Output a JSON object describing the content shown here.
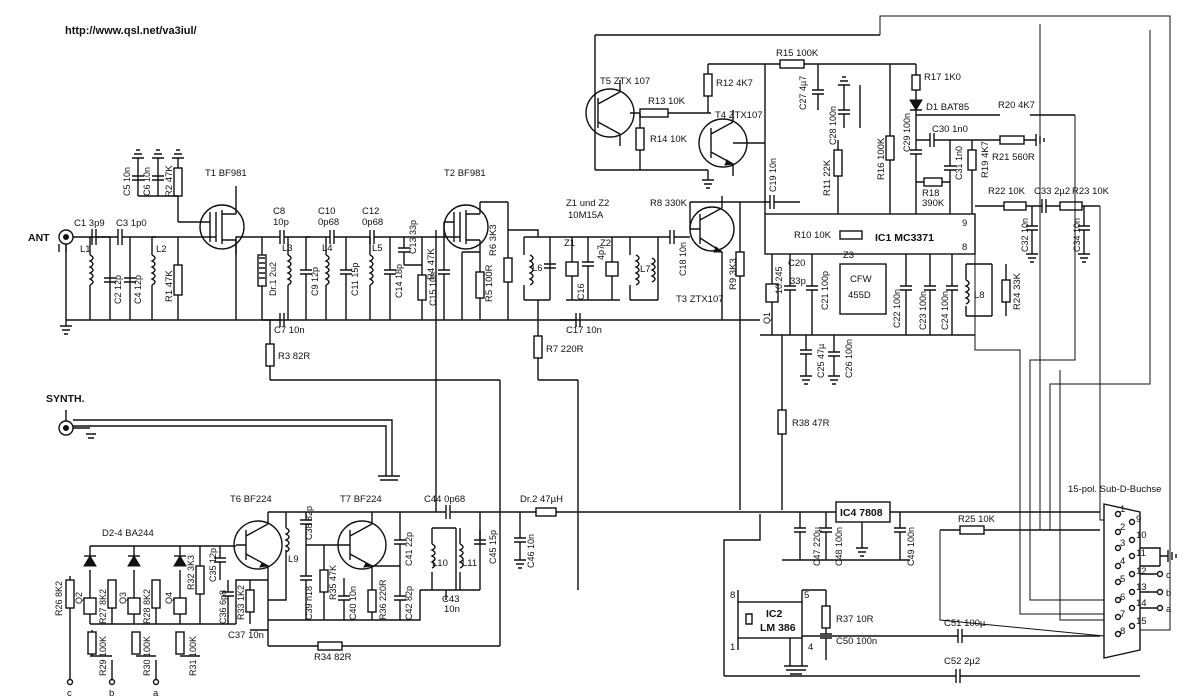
{
  "header": {
    "url": "http://www.qsl.net/va3iul/"
  },
  "ports": {
    "ant": "ANT",
    "synth": "SYNTH.",
    "connector_title": "15-pol. Sub-D-Buchse"
  },
  "transistors": {
    "t1": "T1 BF981",
    "t2": "T2 BF981",
    "t3": "T3 ZTX107",
    "t4": "T4 ZTX107",
    "t5": "T5 ZTX 107",
    "t6": "T6 BF224",
    "t7": "T7 BF224"
  },
  "ics": {
    "ic1": "IC1  MC3371",
    "ic2": "IC2",
    "ic2_part": "LM 386",
    "ic4": "IC4 7808",
    "z3": "Z3",
    "cfw": "CFW",
    "cfw_freq": "455D",
    "z1z2": "Z1 und Z2",
    "z1z2_part": "10M15A"
  },
  "diodes": {
    "d1": "D1  BAT85",
    "d24": "D2-4  BA244",
    "dr1": "Dr.1 2u2",
    "dr2": "Dr.2  47µH"
  },
  "resistors": {
    "r1": "R1 47K",
    "r2": "R2 47K",
    "r3": "R3 82R",
    "r4": "R4 47K",
    "r5": "R5 100R",
    "r6": "R6 3K3",
    "r7": "R7 220R",
    "r8": "R8 330K",
    "r9": "R9 3K3",
    "r10": "R10 10K",
    "r11": "R11 22K",
    "r12": "R12 4K7",
    "r13": "R13 10K",
    "r14": "R14 10K",
    "r15": "R15 100K",
    "r16": "R16 100K",
    "r17": "R17 1K0",
    "r18": "R18",
    "r18v": "390K",
    "r19": "R19 4K7",
    "r20": "R20 4K7",
    "r21": "R21 560R",
    "r22": "R22 10K",
    "r23": "R23 10K",
    "r24": "R24 33K",
    "r25": "R25 10K",
    "r26": "R26 8K2",
    "r27": "R27 8K2",
    "r28": "R28 8K2",
    "r29": "R29 100K",
    "r30": "R30 100K",
    "r31": "R31 100K",
    "r32": "R32 3K3",
    "r33": "R33 1K2",
    "r34": "R34 82R",
    "r35": "R35 47K",
    "r36": "R36 220R",
    "r37": "R37 10R",
    "r38": "R38 47R"
  },
  "capacitors": {
    "c1": "C1 3p9",
    "c2": "C2 12p",
    "c3": "C3 1p0",
    "c4": "C4 12p",
    "c5": "C5 10n",
    "c6": "C6 10n",
    "c7": "C7 10n",
    "c8": "C8",
    "c8v": "10p",
    "c9": "C9 12p",
    "c10": "C10",
    "c10v": "0p68",
    "c11": "C11 15p",
    "c12": "C12",
    "c12v": "0p68",
    "c13": "C13 33p",
    "c14": "C14 18p",
    "c15": "C15 10n",
    "c16": "C16",
    "c16v": "4p7",
    "c17": "C17 10n",
    "c18": "C18 10n",
    "c19": "C19 10n",
    "c20": "C20",
    "c20v": "33p",
    "c21": "C21 100p",
    "c22": "C22 100n",
    "c23": "C23 100n",
    "c24": "C24 100n",
    "c25": "C25 47µ",
    "c26": "C26 100n",
    "c27": "C27 4µ7",
    "c28": "C28 100n",
    "c29": "C29 100n",
    "c30": "C30 1n0",
    "c31": "C31 1n0",
    "c32": "C32 10n",
    "c33": "C33 2µ2",
    "c34": "C34 10n",
    "c35": "C35 12p",
    "c36": "C36 6p8",
    "c37": "C37 10n",
    "c38": "C38 82p",
    "c39": "C39 n18",
    "c40": "C40 10n",
    "c41": "C41 22p",
    "c42": "C42 82p",
    "c43": "C43",
    "c43v": "10n",
    "c44": "C44 0p68",
    "c45": "C45 15p",
    "c46": "C46 10n",
    "c47": "C47 220µ",
    "c48": "C48 100n",
    "c49": "C49 100n",
    "c50": "C50 100n",
    "c51": "C51 100µ",
    "c52": "C52 2µ2"
  },
  "inductors": {
    "l1": "L1",
    "l2": "L2",
    "l3": "L3",
    "l4": "L4",
    "l5": "L5",
    "l6": "L6",
    "l7": "L7",
    "l8": "L8",
    "l9": "L9",
    "l10": "L10",
    "l11": "L11"
  },
  "crystals": {
    "q1": "Q1",
    "q1v": "10.245",
    "q2": "Q2",
    "q3": "Q3",
    "q4": "Q4"
  },
  "pins": {
    "ic1_9": "9",
    "ic1_8": "8",
    "ic2_8": "8",
    "ic2_1": "1",
    "ic2_5": "5",
    "ic2_4": "4",
    "sub_1": "1",
    "sub_9": "9",
    "sub_2": "2",
    "sub_10": "10",
    "sub_3": "3",
    "sub_11": "11",
    "sub_4": "4",
    "sub_12": "12",
    "sub_5": "5",
    "sub_13": "13",
    "sub_6": "6",
    "sub_14": "14",
    "sub_7": "7",
    "sub_15": "15",
    "sub_8": "8"
  },
  "switch_lines": {
    "a": "a",
    "b": "b",
    "c": "c"
  },
  "colors": {
    "ink": "#111111",
    "paper": "#ffffff"
  }
}
